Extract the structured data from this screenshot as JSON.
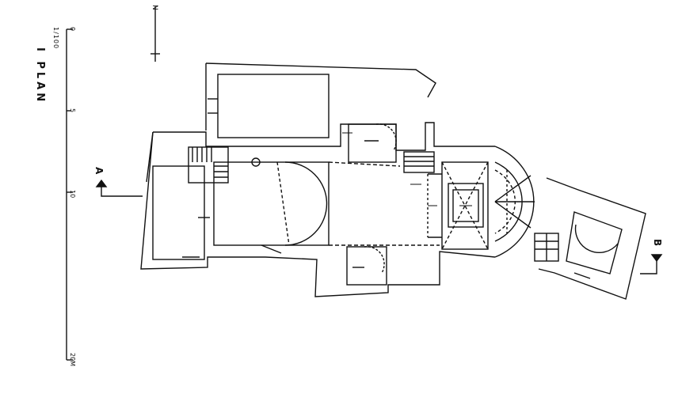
{
  "drawing": {
    "title": "I PLAN",
    "scale_ratio": "1/100",
    "scale_ticks": [
      "0",
      "5",
      "10",
      "20M"
    ],
    "north_label": "N",
    "section_a": "A",
    "section_b": "B"
  },
  "colors": {
    "ink": "#111111",
    "paper": "#ffffff"
  }
}
